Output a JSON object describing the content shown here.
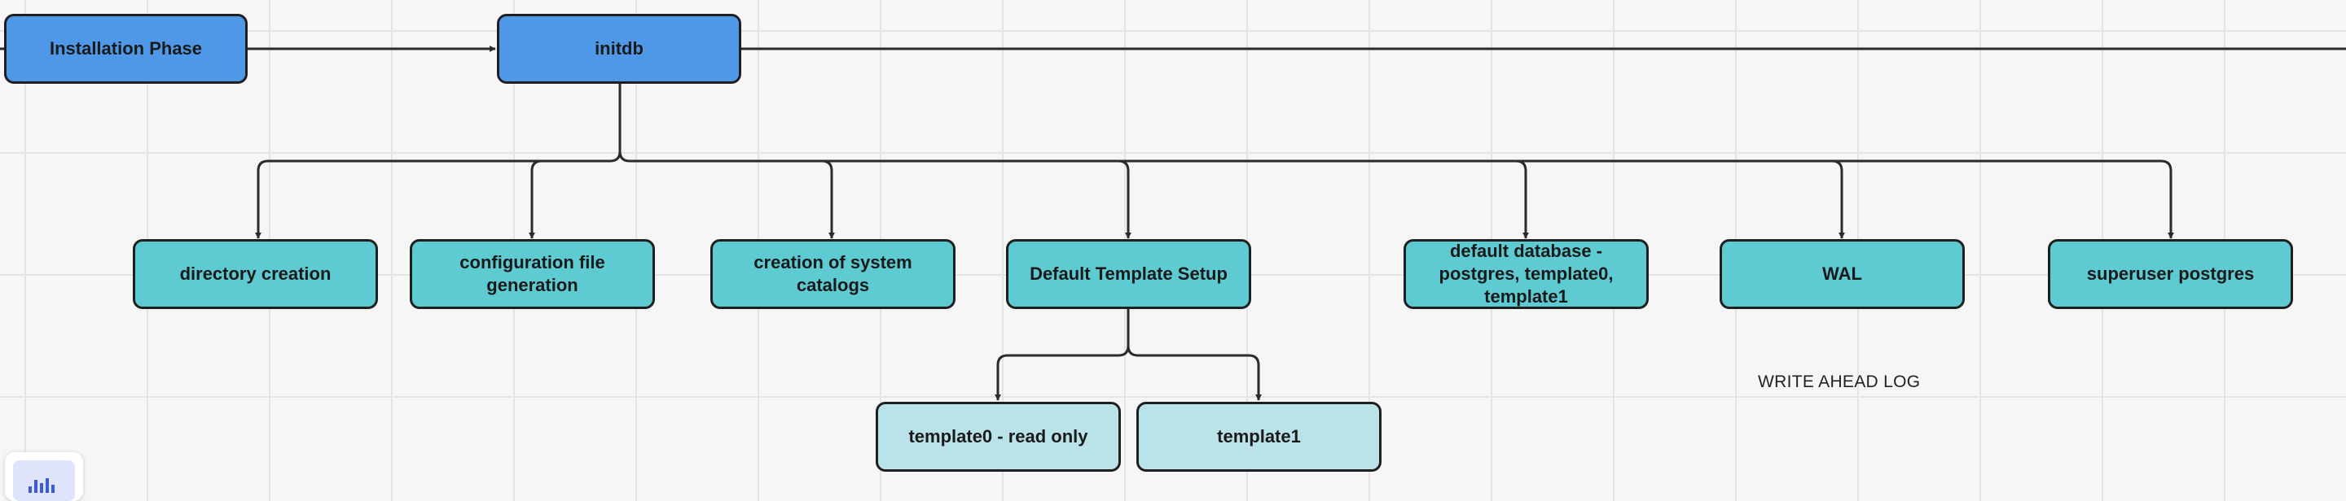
{
  "nodes": {
    "installation_phase": "Installation Phase",
    "initdb": "initdb",
    "directory_creation": "directory creation",
    "configuration_file_generation": "configuration file generation",
    "creation_of_system_catalogs": "creation of system catalogs",
    "default_template_setup": "Default Template Setup",
    "default_database": "default database - postgres, template0, template1",
    "wal": "WAL",
    "superuser_postgres": "superuser postgres",
    "template0": "template0 - read only",
    "template1": "template1"
  },
  "notes": {
    "wal_note": "WRITE AHEAD LOG"
  },
  "toolbar": {
    "icon": "chart-bars-icon"
  },
  "colors": {
    "primary_node": "#4f98e8",
    "secondary_node": "#5ecad2",
    "tertiary_node": "#b9e3e8",
    "connector": "#2b2b2b"
  }
}
